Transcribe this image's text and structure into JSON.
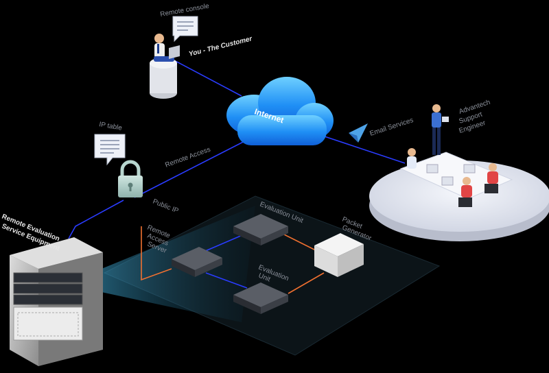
{
  "labels": {
    "remote_console": "Remote console",
    "customer": "You - The Customer",
    "internet": "Internet",
    "email_services": "Email Services",
    "advantech": [
      "Advantech",
      "Support",
      "Engineer"
    ],
    "ip_table": "IP table",
    "remote_access": "Remote Access",
    "public_ip": "Public IP",
    "remote_eval": [
      "Remote Evaluation",
      "Service Equipment"
    ],
    "remote_access_server": [
      "Remote",
      "Access",
      "Server"
    ],
    "eval_unit_top": "Evaluation Unit",
    "eval_unit_bottom": [
      "Evaluation",
      "Unit"
    ],
    "packet_generator": [
      "Packet",
      "Generator"
    ]
  },
  "colors": {
    "background": "#000000",
    "cloud": "#1f8ff5",
    "network_line": "#2a3cff",
    "cable": "#f07030",
    "platform": "#e9ecf3",
    "label": "#8a8f99"
  },
  "icons": {
    "chat_bubble": "speech-bubble-icon",
    "lock": "padlock-icon",
    "send": "paper-plane-icon"
  }
}
